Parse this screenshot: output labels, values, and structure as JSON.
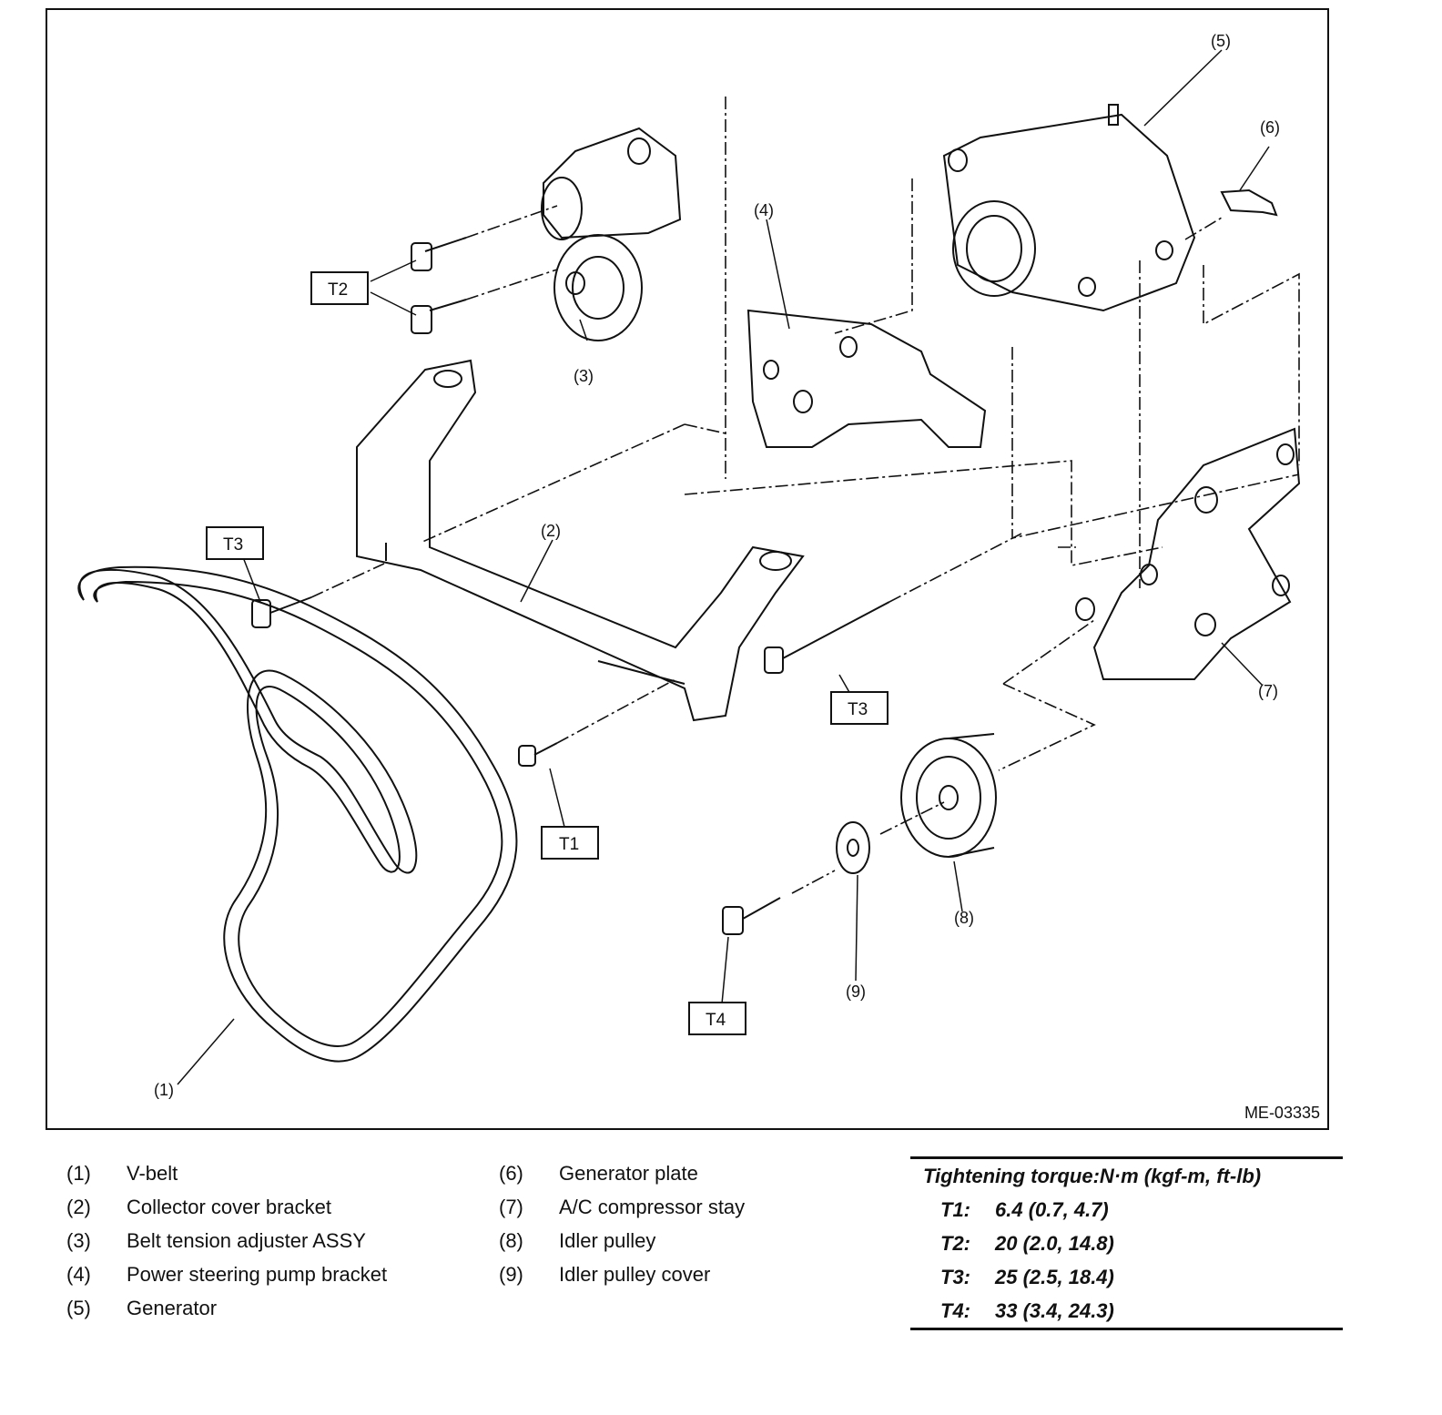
{
  "figure": {
    "id": "ME-03335"
  },
  "callouts": {
    "c1": "(1)",
    "c2": "(2)",
    "c3": "(3)",
    "c4": "(4)",
    "c5": "(5)",
    "c6": "(6)",
    "c7": "(7)",
    "c8": "(8)",
    "c9": "(9)"
  },
  "torque_boxes": {
    "t1": "T1",
    "t2": "T2",
    "t3a": "T3",
    "t3b": "T3",
    "t4": "T4"
  },
  "parts": [
    {
      "num": "(1)",
      "name": "V-belt"
    },
    {
      "num": "(2)",
      "name": "Collector cover bracket"
    },
    {
      "num": "(3)",
      "name": "Belt tension adjuster ASSY"
    },
    {
      "num": "(4)",
      "name": "Power steering pump bracket"
    },
    {
      "num": "(5)",
      "name": "Generator"
    },
    {
      "num": "(6)",
      "name": "Generator plate"
    },
    {
      "num": "(7)",
      "name": "A/C compressor stay"
    },
    {
      "num": "(8)",
      "name": "Idler pulley"
    },
    {
      "num": "(9)",
      "name": "Idler pulley cover"
    }
  ],
  "torque": {
    "title": "Tightening torque:N·m (kgf-m, ft-lb)",
    "rows": [
      {
        "key": "T1:",
        "value": "6.4 (0.7, 4.7)"
      },
      {
        "key": "T2:",
        "value": "20 (2.0, 14.8)"
      },
      {
        "key": "T3:",
        "value": "25 (2.5, 18.4)"
      },
      {
        "key": "T4:",
        "value": "33 (3.4, 24.3)"
      }
    ]
  }
}
